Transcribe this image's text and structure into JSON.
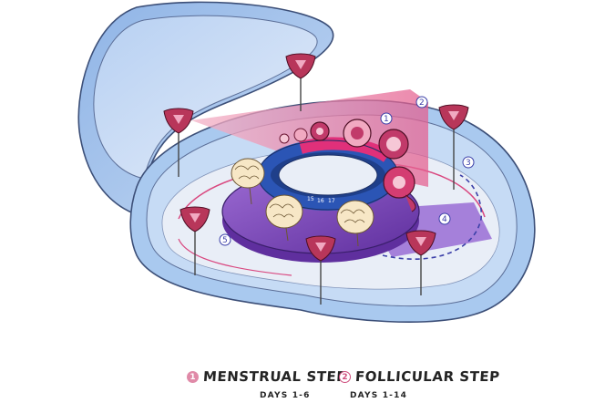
{
  "colors": {
    "case_outer": "#a9c9ef",
    "case_inner": "#c6dbf5",
    "case_floor": "#e9eef7",
    "disc_purple": "#7a46b8",
    "ring_blue": "#2b55b5",
    "ring_pink": "#e0307a",
    "accent_pink": "#d9477f",
    "petal_pink": "#f6c7d6",
    "uterus": "#b8365a"
  },
  "markers": {
    "m1": "1",
    "m2": "2",
    "m3": "3",
    "m4": "4",
    "m5": "5"
  },
  "ring_numbers": [
    "15",
    "16",
    "17"
  ],
  "legend": [
    {
      "number": "1",
      "title": "MENSTRUAL STEP",
      "days": "DAYS 1-6"
    },
    {
      "number": "2",
      "title": "FOLLICULAR STEP",
      "days": "DAYS 1-14"
    }
  ],
  "icons": [
    "uterus-icon",
    "follicle-icon",
    "corpus-luteum-icon",
    "pill-ring-icon"
  ]
}
